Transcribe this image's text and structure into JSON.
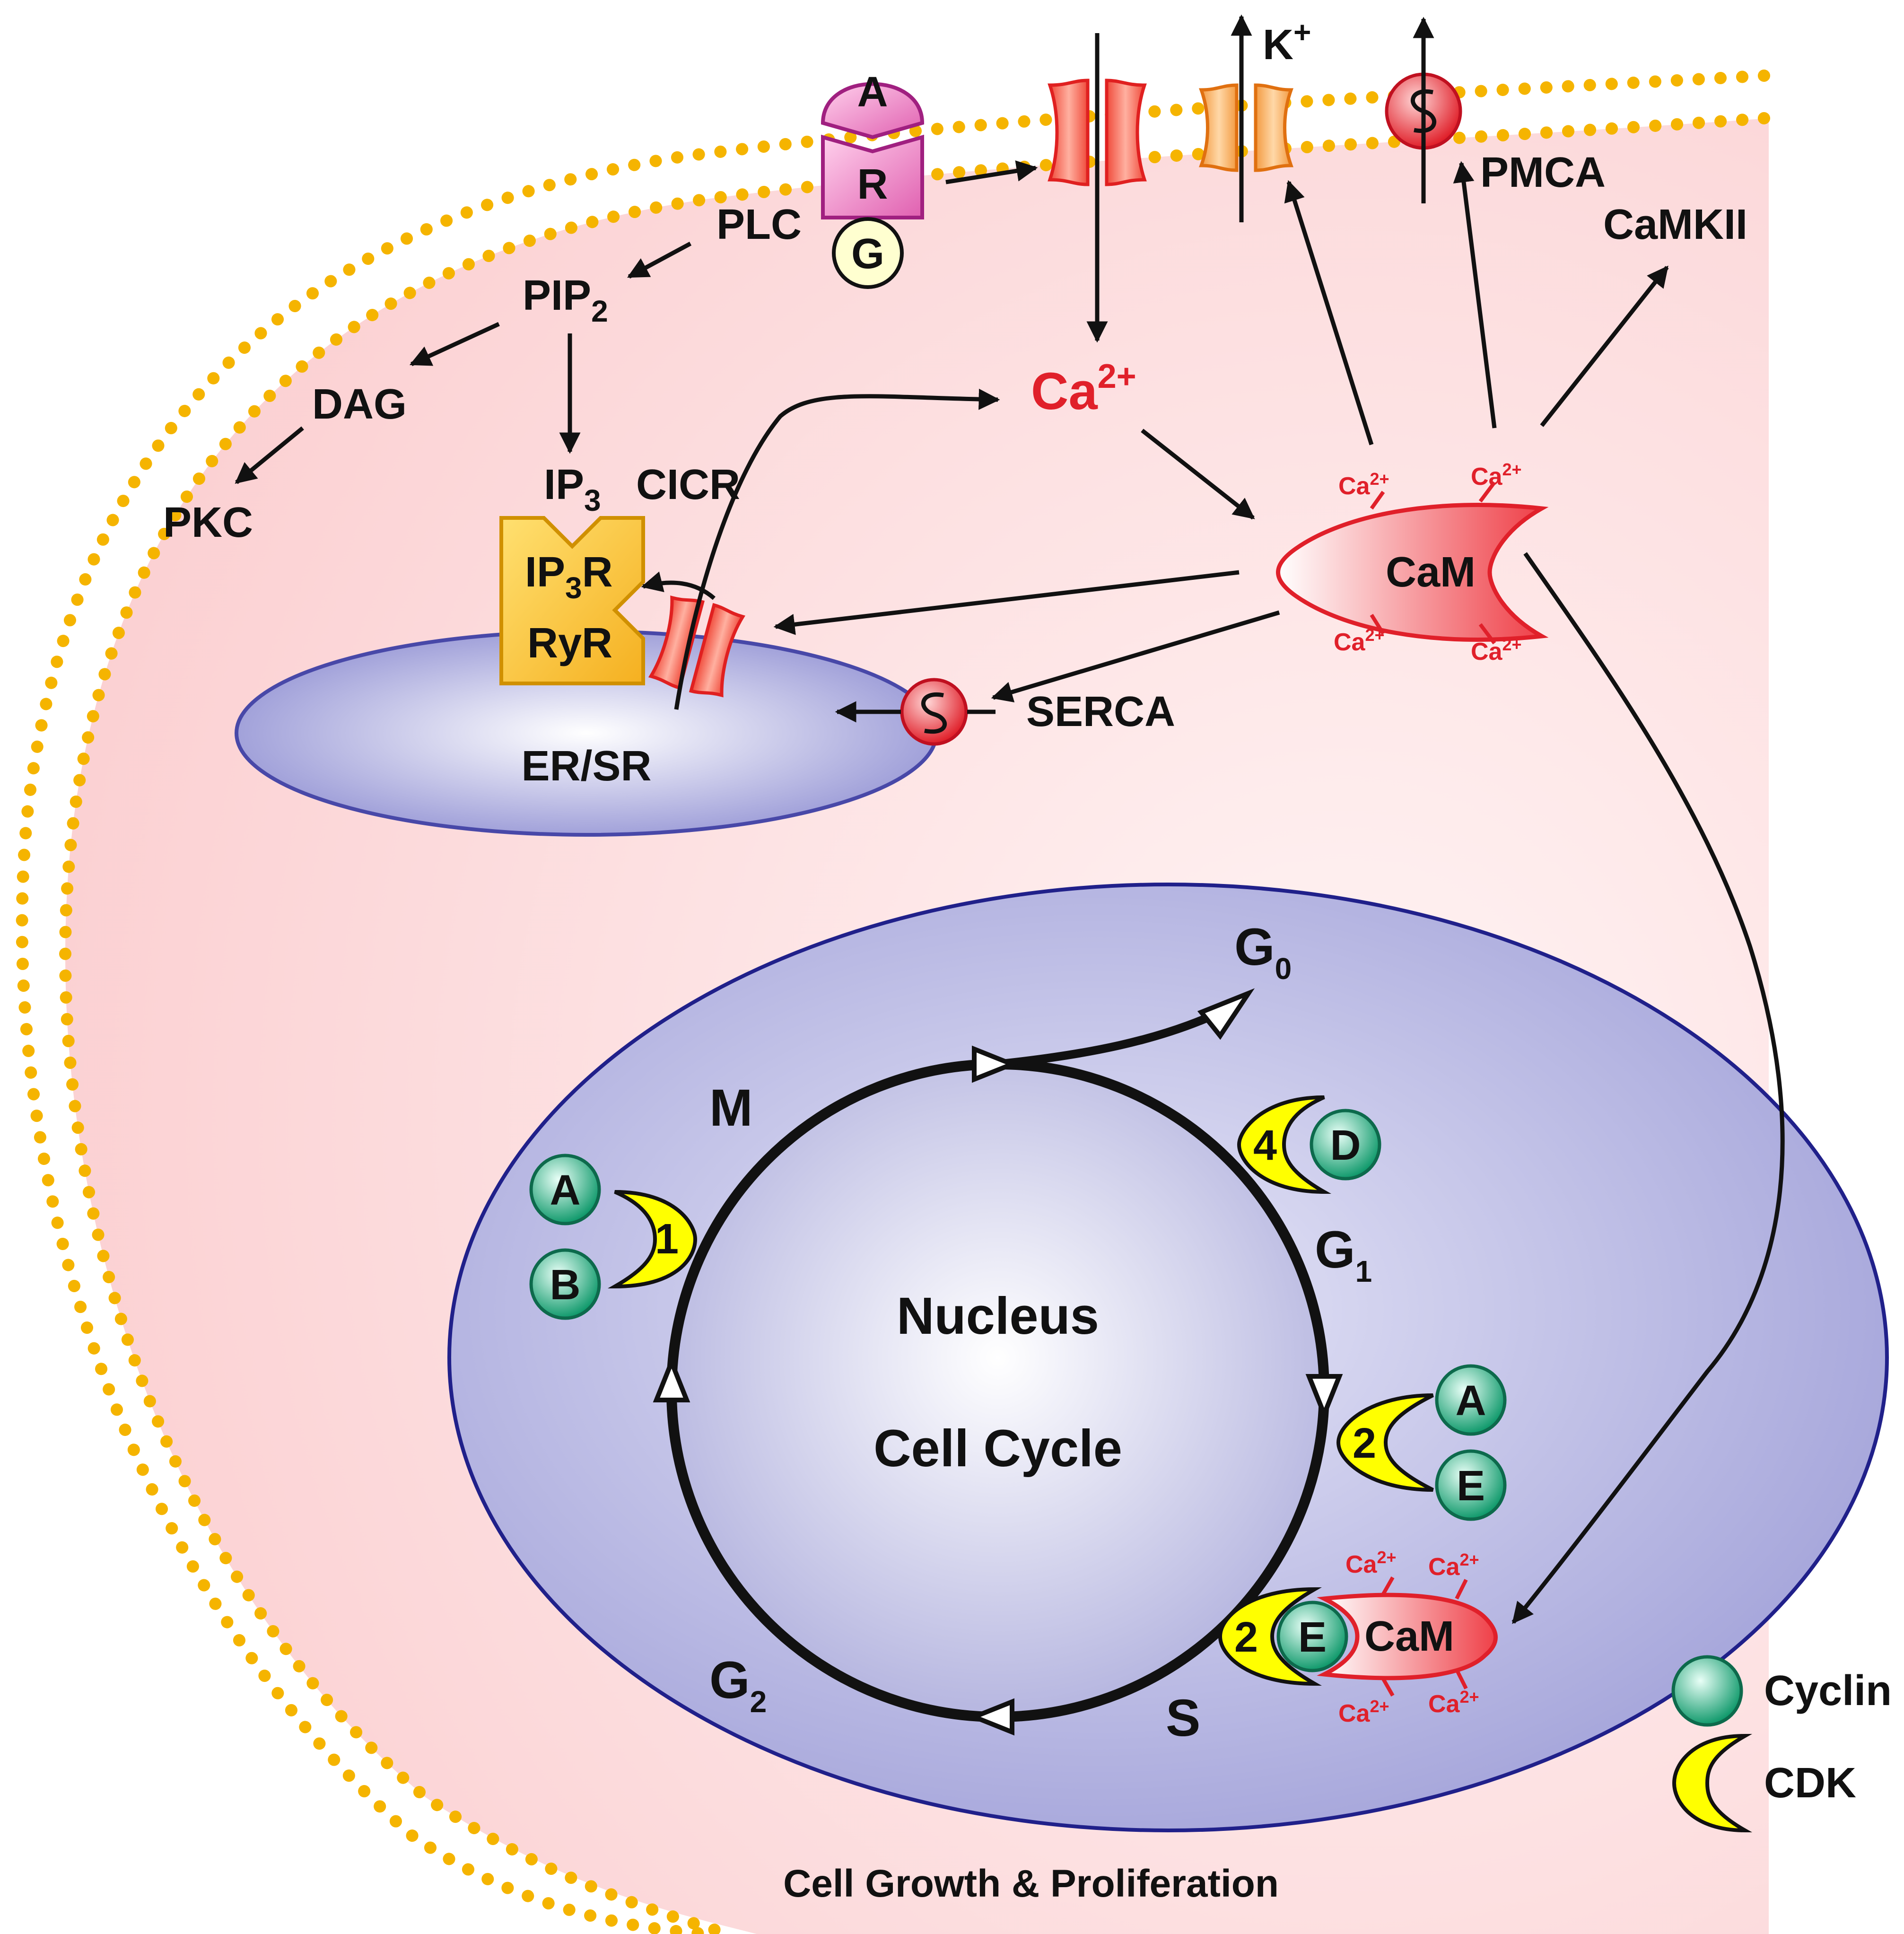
{
  "membrane_proteins": {
    "agonist": "A",
    "receptor": "R",
    "g_protein": "G",
    "k_ion": "K",
    "k_charge": "+",
    "pmca": "PMCA",
    "camkii": "CaMKII"
  },
  "signaling": {
    "plc": "PLC",
    "pip2": "PIP",
    "pip2_sub": "2",
    "dag": "DAG",
    "pkc": "PKC",
    "ip3": "IP",
    "ip3_sub": "3",
    "cicr": "CICR",
    "ip3r": "IP",
    "ip3r_sub": "3",
    "ip3r_tail": "R",
    "ryr": "RyR",
    "er_sr": "ER/SR",
    "serca": "SERCA"
  },
  "calcium": {
    "ion": "Ca",
    "charge": "2+",
    "cam": "CaM",
    "ca_label_small": "Ca",
    "ca_charge_small": "2+"
  },
  "nucleus": {
    "title": "Nucleus",
    "subtitle": "Cell Cycle",
    "phase_g0": "G",
    "phase_g0_sub": "0",
    "phase_g1": "G",
    "phase_g1_sub": "1",
    "phase_s": "S",
    "phase_g2": "G",
    "phase_g2_sub": "2",
    "phase_m": "M",
    "cdk1": "1",
    "cdk2": "2",
    "cdk4": "4",
    "cyclin_a": "A",
    "cyclin_b": "B",
    "cyclin_d": "D",
    "cyclin_e": "E"
  },
  "legend": {
    "cyclin": "Cyclin",
    "cdk": "CDK"
  },
  "caption": "Cell Growth & Proliferation",
  "colors": {
    "cytoplasm": "#fcd6d8",
    "membrane_dots": "#f5b400",
    "er": "#9a9ad8",
    "nucleus": "#a8a8dc",
    "calcium_red": "#e0202a",
    "cdk_yellow": "#ffff00",
    "cyclin_green": "#1aa57a",
    "receptor_magenta": "#b0298a",
    "k_channel_orange": "#f09030",
    "ip3r_gold": "#f5b820"
  }
}
